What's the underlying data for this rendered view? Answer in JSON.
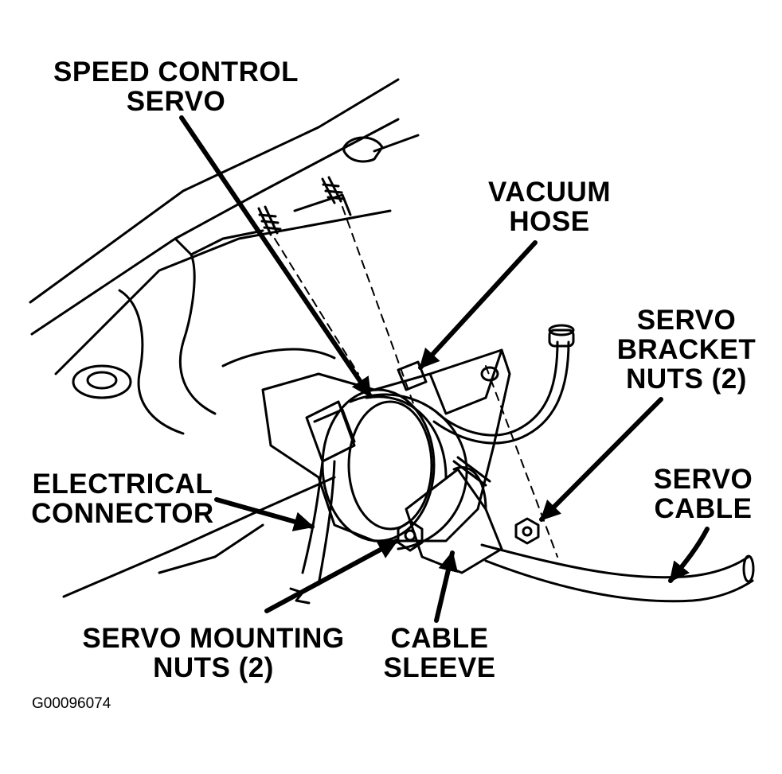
{
  "labels": {
    "speed_control_servo": [
      "SPEED CONTROL",
      "SERVO"
    ],
    "vacuum_hose": [
      "VACUUM",
      "HOSE"
    ],
    "servo_bracket_nuts": [
      "SERVO",
      "BRACKET",
      "NUTS (2)"
    ],
    "servo_cable": [
      "SERVO",
      "CABLE"
    ],
    "electrical_connector": [
      "ELECTRICAL",
      "CONNECTOR"
    ],
    "servo_mounting_nuts": [
      "SERVO MOUNTING",
      "NUTS (2)"
    ],
    "cable_sleeve": [
      "CABLE",
      "SLEEVE"
    ]
  },
  "figure_code": "G00096074",
  "colors": {
    "ink": "#000000",
    "paper": "#ffffff"
  }
}
